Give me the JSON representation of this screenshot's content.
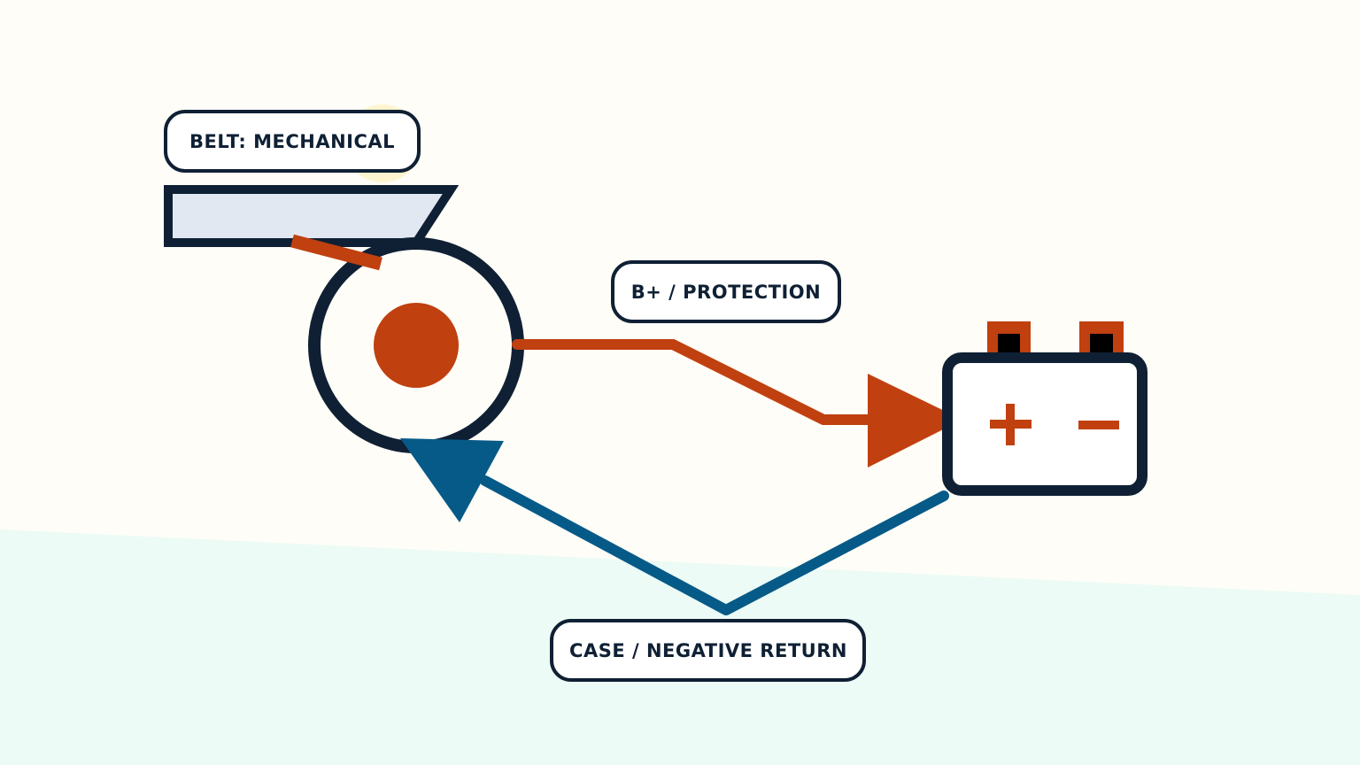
{
  "labels": {
    "belt": "BELT: MECHANICAL",
    "protection": "B+ / PROTECTION",
    "return": "CASE / NEGATIVE RETURN"
  },
  "battery": {
    "positive_symbol": "+",
    "negative_symbol": "−"
  },
  "colors": {
    "background": "#fffdf7",
    "ground_band": "#ecfbf5",
    "outline": "#0f2034",
    "power": "#c0400f",
    "return": "#065a88",
    "belt_fill": "#e1e8f1",
    "terminal_core": "#000000",
    "highlight": "#fdf3c4"
  },
  "icons": [
    "alternator-icon",
    "battery-icon",
    "belt-icon"
  ]
}
